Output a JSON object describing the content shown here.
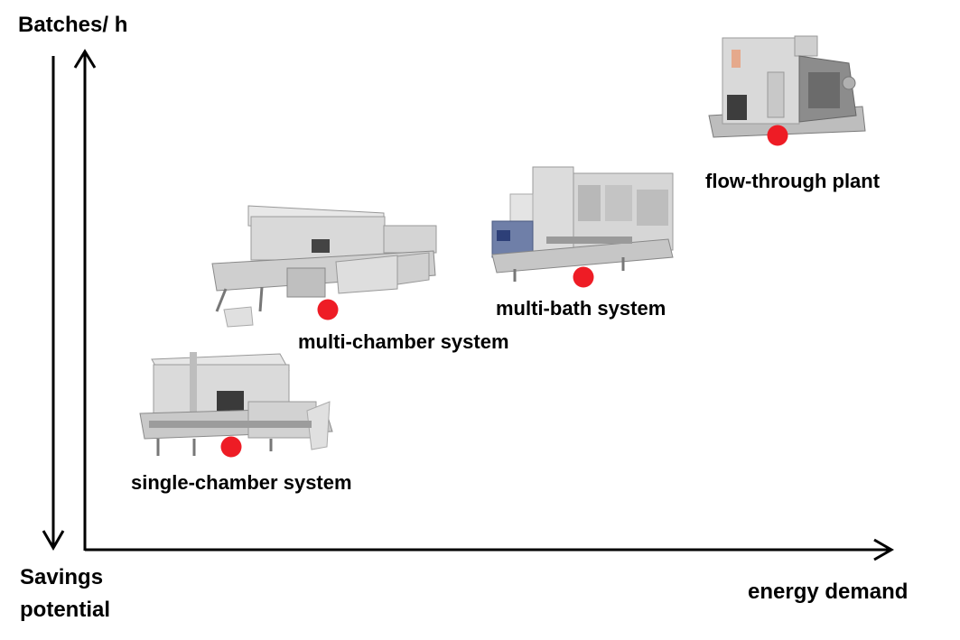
{
  "axes": {
    "y_top_label": "Batches/ h",
    "y_bottom_label": [
      "Savings",
      "potential"
    ],
    "x_label": "energy demand"
  },
  "systems": [
    {
      "name": "single-chamber system",
      "icon": "single-chamber-machine-image"
    },
    {
      "name": "multi-chamber system",
      "icon": "multi-chamber-machine-image"
    },
    {
      "name": "multi-bath system",
      "icon": "multi-bath-machine-image"
    },
    {
      "name": "flow-through plant",
      "icon": "flow-through-machine-image"
    }
  ],
  "colors": {
    "marker": "#ee1c25",
    "machine_body": "#d6d6d6",
    "machine_frame": "#8a8a8a"
  }
}
